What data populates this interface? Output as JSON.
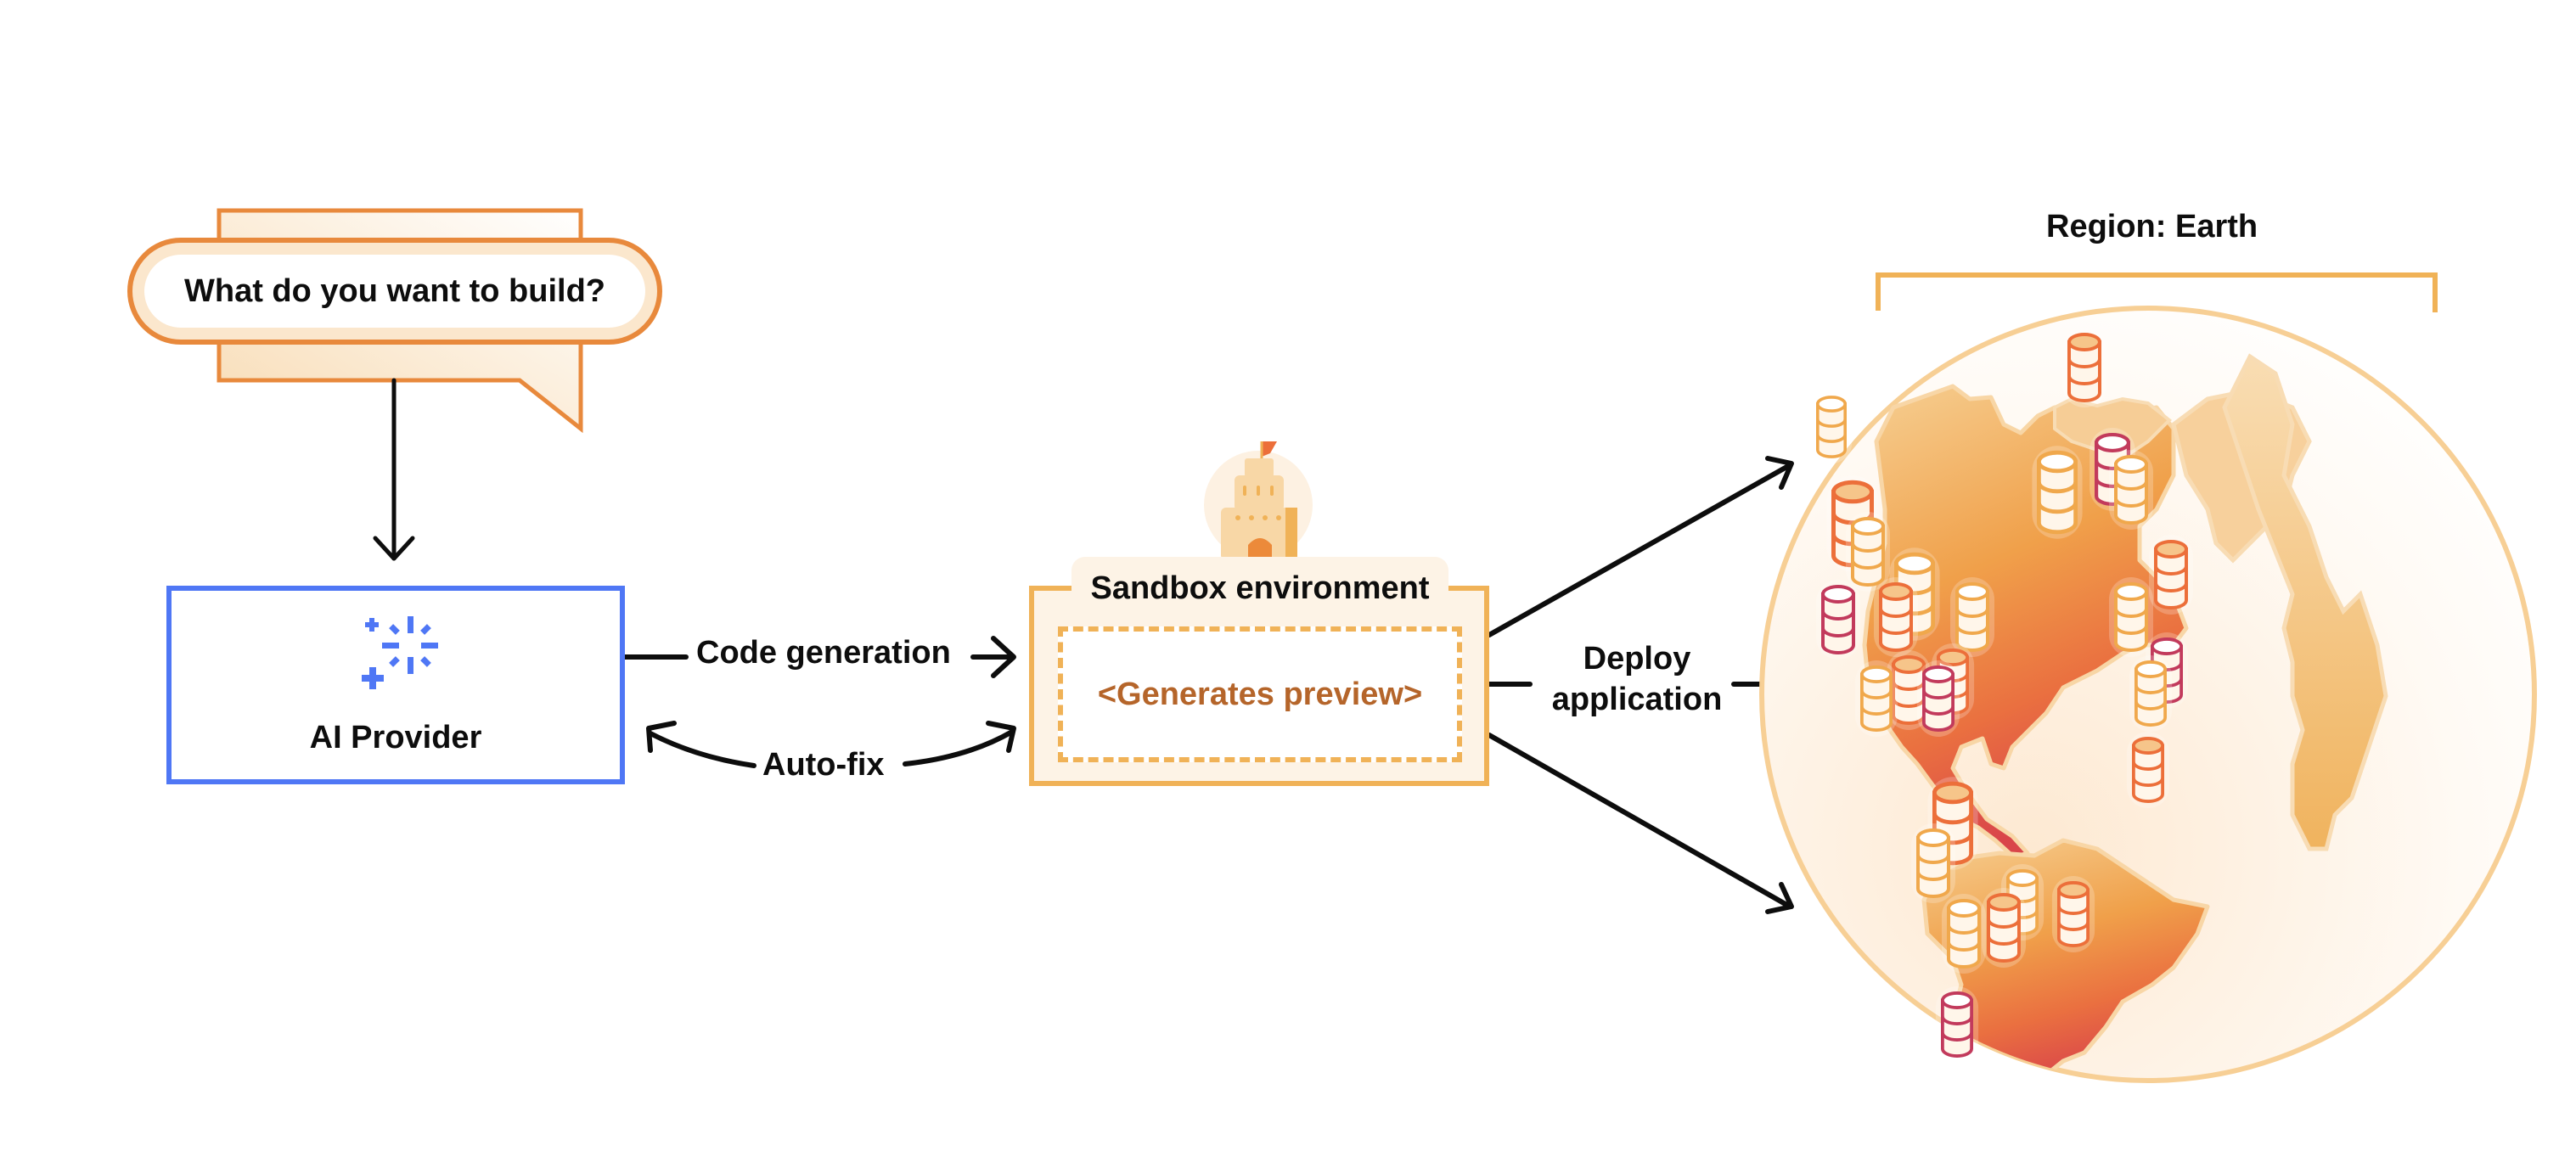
{
  "prompt": {
    "text": "What do you want to build?"
  },
  "ai_provider": {
    "label": "AI Provider",
    "icon": "sparkle-loader-icon",
    "accent": "#4f77f5"
  },
  "edges": {
    "code_generation": "Code generation",
    "auto_fix": "Auto-fix",
    "deploy_line1": "Deploy",
    "deploy_line2": "application"
  },
  "sandbox": {
    "label": "Sandbox environment",
    "icon": "sandcastle-icon",
    "preview_text": "<Generates preview>",
    "accent": "#f0b257",
    "preview_color": "#b5652a"
  },
  "region": {
    "label": "Region: Earth",
    "icon": "globe-icon",
    "databases": [
      {
        "kind": "light-orange"
      },
      {
        "kind": "orange"
      },
      {
        "kind": "orange"
      },
      {
        "kind": "light-orange"
      },
      {
        "kind": "light-orange"
      },
      {
        "kind": "crimson"
      },
      {
        "kind": "light-orange"
      },
      {
        "kind": "light-orange"
      },
      {
        "kind": "crimson"
      },
      {
        "kind": "orange"
      },
      {
        "kind": "light-orange"
      },
      {
        "kind": "orange"
      },
      {
        "kind": "light-orange"
      },
      {
        "kind": "crimson"
      },
      {
        "kind": "light-orange"
      },
      {
        "kind": "orange"
      },
      {
        "kind": "orange"
      },
      {
        "kind": "crimson"
      },
      {
        "kind": "light-orange"
      },
      {
        "kind": "orange"
      },
      {
        "kind": "orange"
      },
      {
        "kind": "light-orange"
      },
      {
        "kind": "light-orange"
      },
      {
        "kind": "orange"
      },
      {
        "kind": "light-orange"
      },
      {
        "kind": "orange"
      },
      {
        "kind": "crimson"
      }
    ]
  },
  "colors": {
    "prompt_border": "#e8893c",
    "db_orange": "#ec6f3a",
    "db_light_orange": "#f0a84c",
    "db_crimson": "#c23a5c",
    "land_north": "#f4c27a",
    "land_south": "#e35a3c"
  }
}
